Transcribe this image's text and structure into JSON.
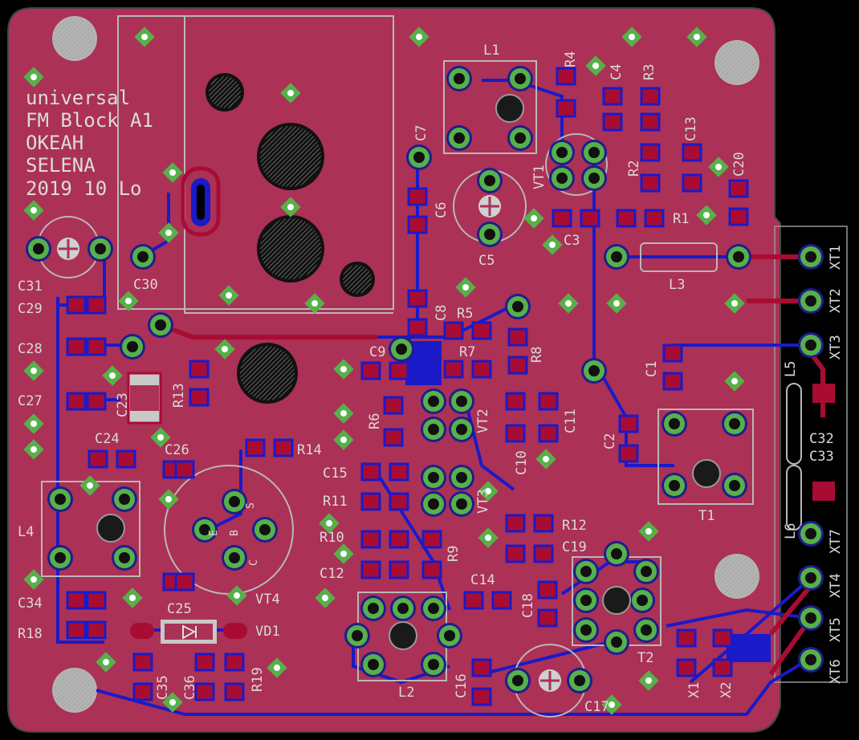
{
  "colors": {
    "background": "#000000",
    "board": "#ab3156",
    "pad_copper": "#a80c33",
    "bottom_copper": "#1a1ac8",
    "silkscreen": "#c8c8c8",
    "via": "#57b04a",
    "hole": "#000000"
  },
  "board_text": {
    "line1": "universal",
    "line2": "FM Block A1",
    "line3": "OKEAH",
    "line4": "SELENA",
    "line5": "2019 10 Lo"
  },
  "labels": {
    "L1": "L1",
    "R4": "R4",
    "C4": "C4",
    "R3": "R3",
    "C7": "C7",
    "C13": "C13",
    "C20": "C20",
    "VT1": "VT1",
    "R2": "R2",
    "C6": "C6",
    "R1": "R1",
    "C3": "C3",
    "C5": "C5",
    "XT1": "XT1",
    "XT2": "XT2",
    "XT3": "XT3",
    "L3": "L3",
    "C31": "C31",
    "C30": "C30",
    "C29": "C29",
    "C8": "C8",
    "R5": "R5",
    "C28": "C28",
    "C9": "C9",
    "R7": "R7",
    "R8": "R8",
    "C1": "C1",
    "L5": "L5",
    "C27": "C27",
    "C23": "C23",
    "R13": "R13",
    "R6": "R6",
    "VT2": "VT2",
    "C11": "C11",
    "C2": "C2",
    "C24": "C24",
    "C26": "C26",
    "R14": "R14",
    "C10": "C10",
    "C32": "C32",
    "C33": "C33",
    "C15": "C15",
    "VT3": "VT3",
    "T1": "T1",
    "L4": "L4",
    "R11": "R11",
    "L6": "L6",
    "XT7": "XT7",
    "R10": "R10",
    "R12": "R12",
    "C19": "C19",
    "R9": "R9",
    "C12": "C12",
    "XT4": "XT4",
    "C34": "C34",
    "C25": "C25",
    "VT4": "VT4",
    "C14": "C14",
    "C18": "C18",
    "R18": "R18",
    "VD1": "VD1",
    "XT5": "XT5",
    "T2": "T2",
    "XT6": "XT6",
    "C35": "C35",
    "C36": "C36",
    "R19": "R19",
    "L2": "L2",
    "C16": "C16",
    "C17": "C17",
    "X1": "X1",
    "X2": "X2",
    "pin_E": "E",
    "pin_B": "B",
    "pin_C": "C",
    "pin_S": "S"
  }
}
